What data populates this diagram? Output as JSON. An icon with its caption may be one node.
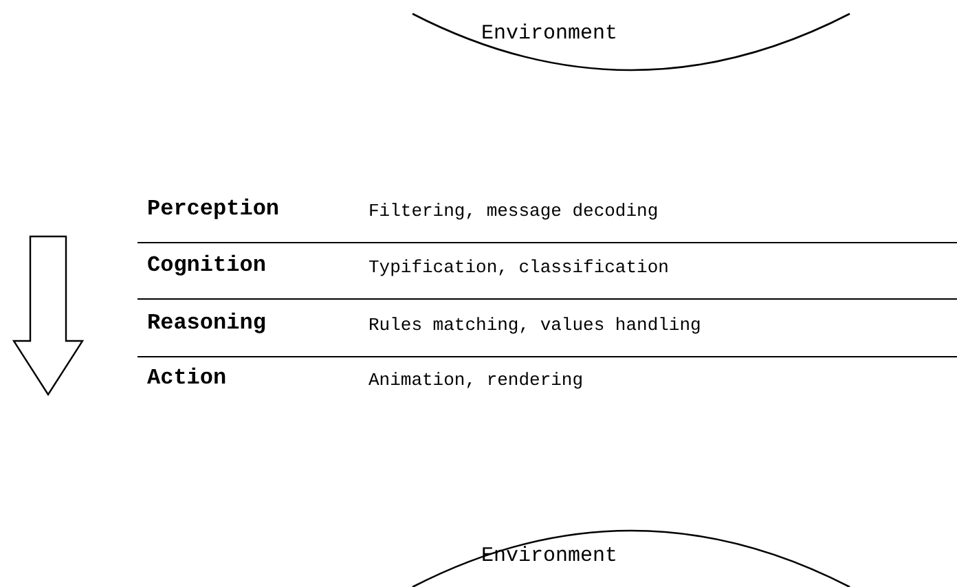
{
  "diagram": {
    "nodes": [
      {
        "text": [
          "Environment"
        ]
      },
      {
        "text": [
          "Perception",
          "Filtering, message decoding"
        ]
      },
      {
        "text": [
          "Cognition",
          "Typification, classification"
        ]
      },
      {
        "text": [
          "Reasoning",
          "Rules matching, values handling"
        ]
      },
      {
        "text": [
          "Action",
          "Animation, rendering"
        ]
      },
      {
        "text": [
          "Environment"
        ]
      }
    ]
  }
}
